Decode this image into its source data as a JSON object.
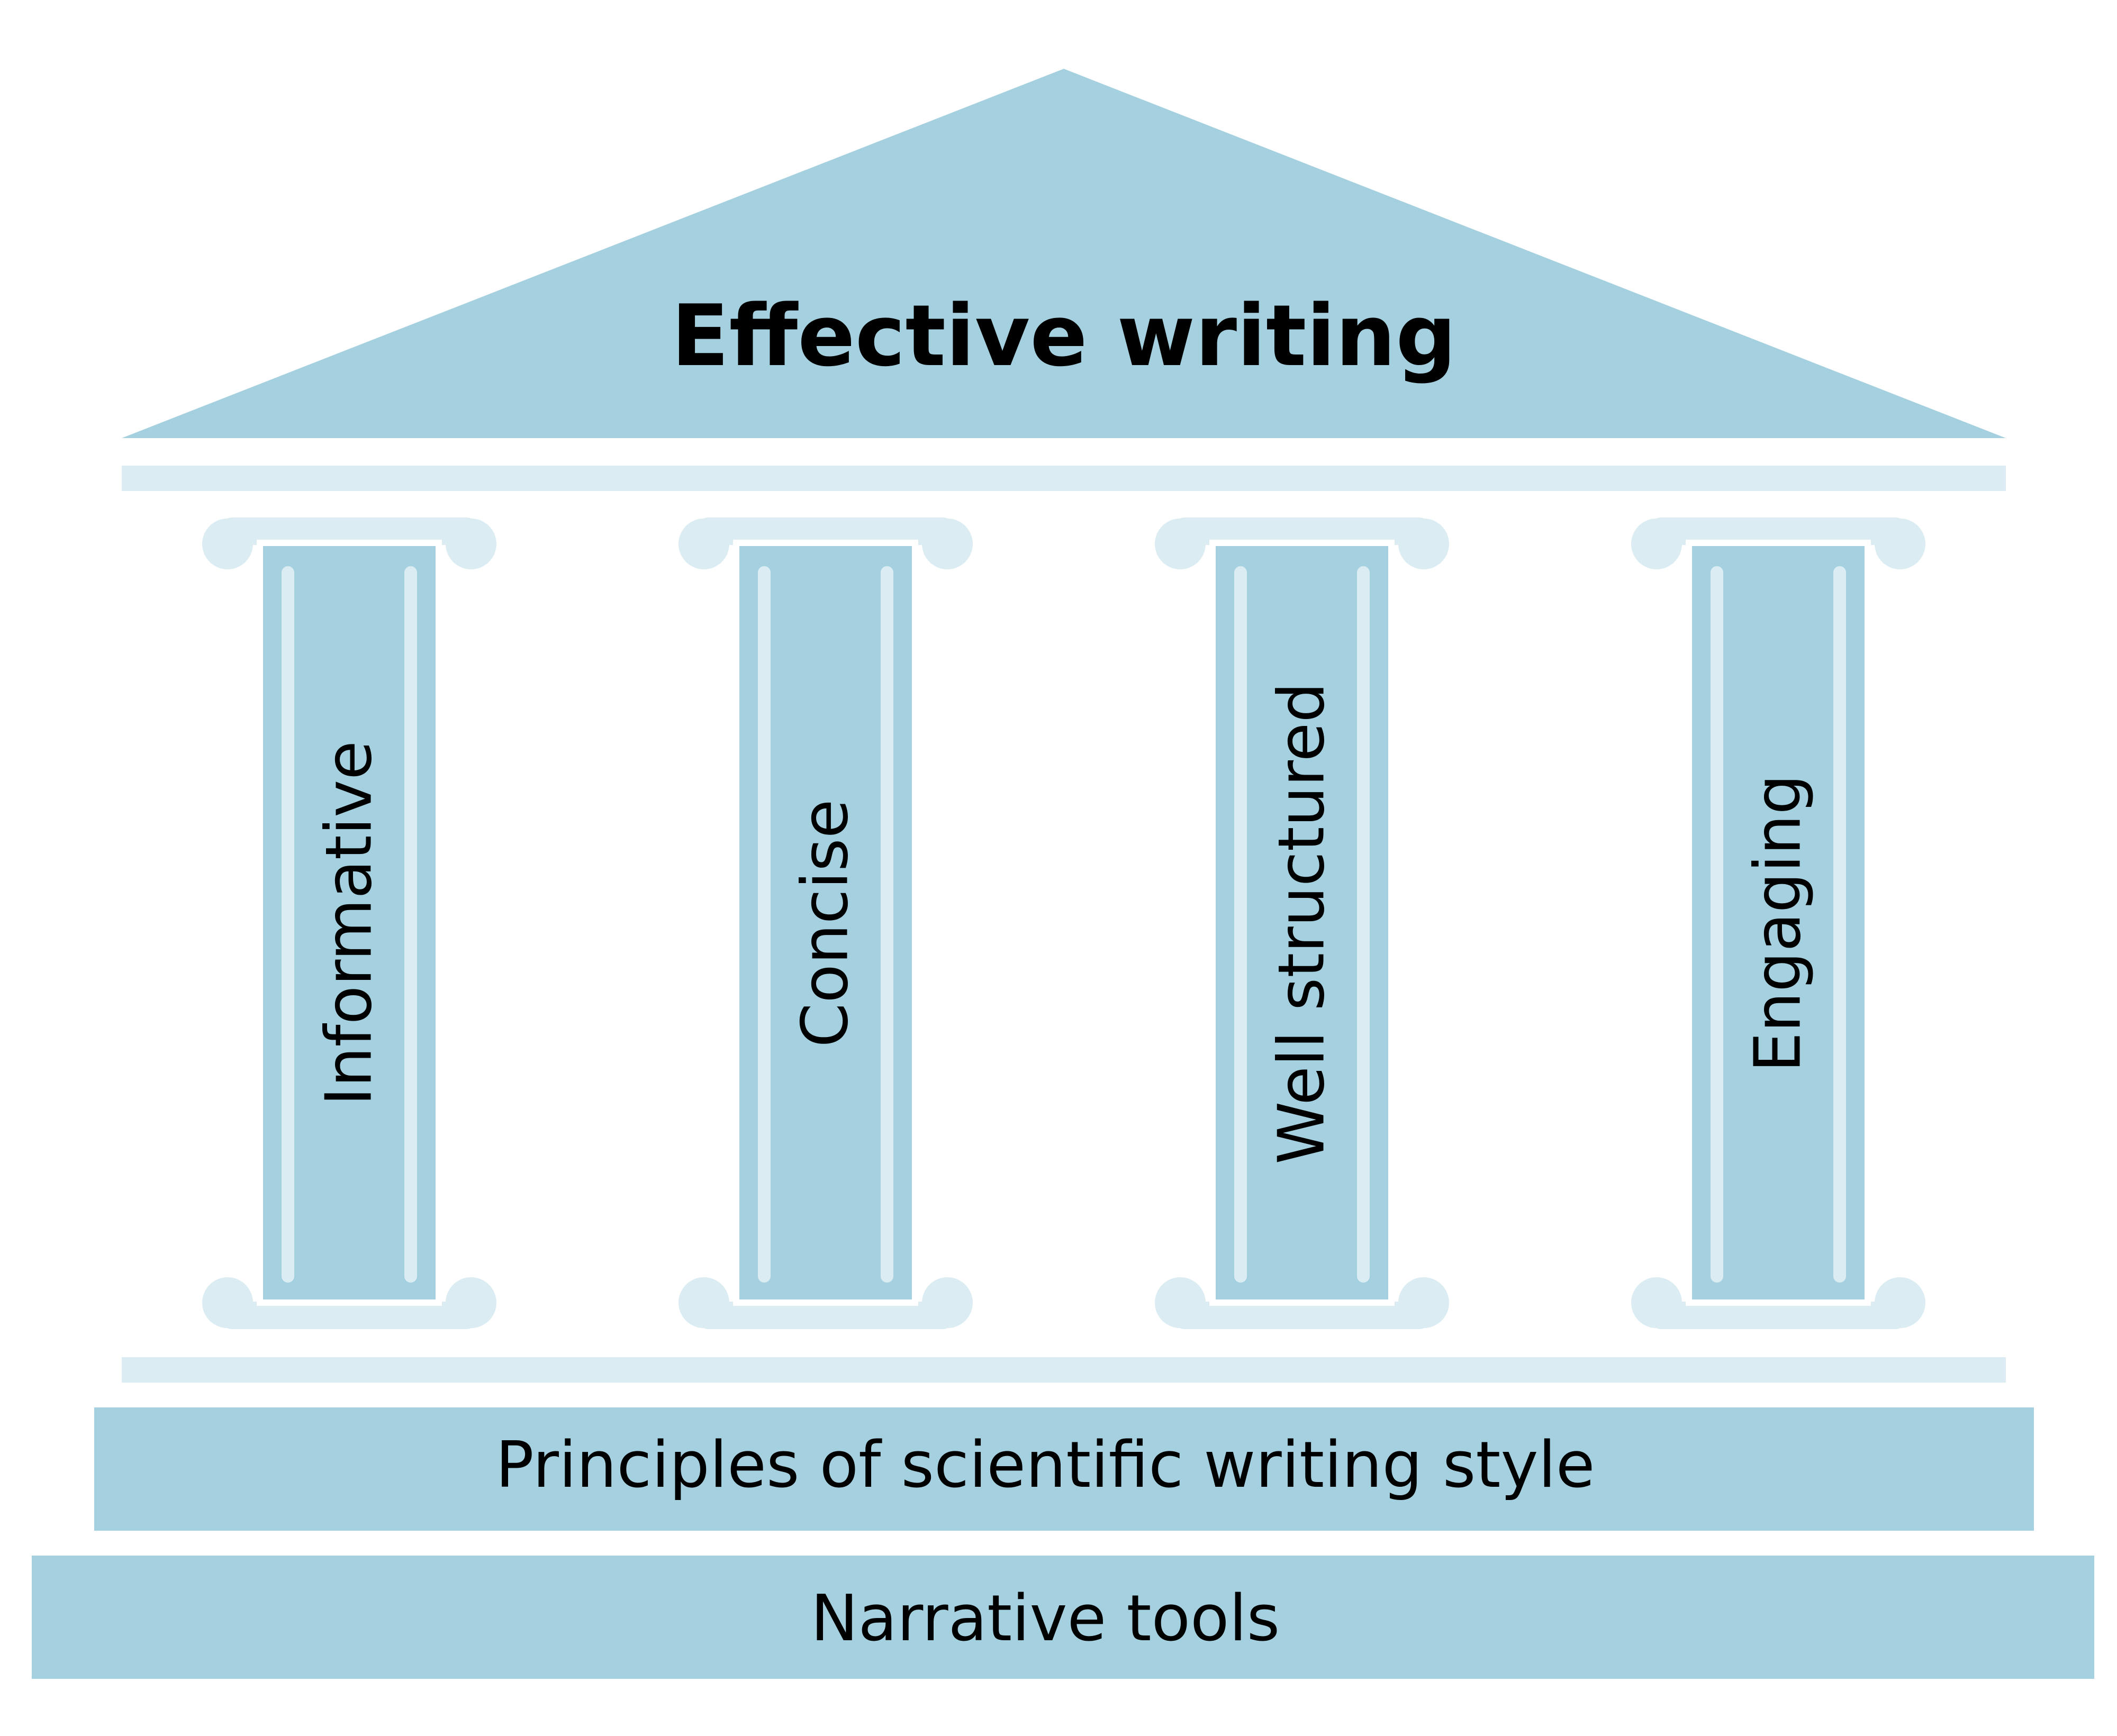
{
  "colors": {
    "primary": "#a5d0df",
    "light": "#dbecf3",
    "background": "#ffffff",
    "text": "#000000"
  },
  "diagram": {
    "title": "Effective writing",
    "pillars": [
      {
        "label": "Informative"
      },
      {
        "label": "Concise"
      },
      {
        "label": "Well structured"
      },
      {
        "label": "Engaging"
      }
    ],
    "foundation": {
      "upper": "Principles of scientific writing style",
      "lower": "Narrative tools"
    }
  }
}
